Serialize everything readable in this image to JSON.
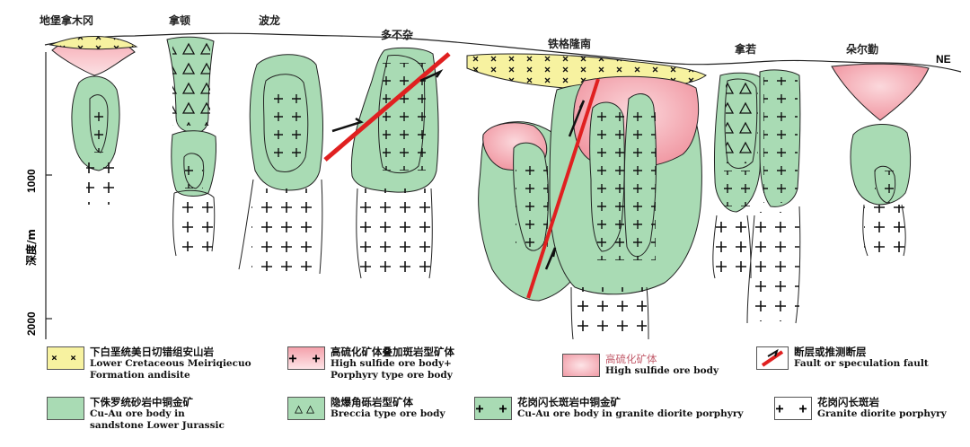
{
  "sites": [
    "地堡拿木冈",
    "拿顿",
    "波龙",
    "多不杂",
    "铁格隆南",
    "拿若",
    "朵尔勤"
  ],
  "orientation": "NE",
  "y_axis": {
    "label": "深度/m",
    "ticks": [
      "1000",
      "2000"
    ]
  },
  "colors": {
    "andesite": "#f7f2a0",
    "green_body": "#a9dbb4",
    "high_sulfide": "#f2a3ac",
    "fault": "#e02020",
    "outline": "#222222"
  },
  "legend": [
    {
      "icon": "x-cross-icon",
      "cn": "下白垩统美日切错组安山岩",
      "en1": "Lower Cretaceous Meiriqiecuo",
      "en2": "Formation andisite"
    },
    {
      "icon": "plus-cross-icon",
      "cn": "高硫化矿体叠加斑岩型矿体",
      "en1": "High sulfide ore body+",
      "en2": "Porphyry type ore body"
    },
    {
      "icon": "",
      "cn": "高硫化矿体",
      "en1": "High sulfide ore body",
      "en2": ""
    },
    {
      "icon": "fault-arrow-icon",
      "cn": "断层或推测断层",
      "en1": "Fault or speculation fault",
      "en2": ""
    },
    {
      "icon": "",
      "cn": "下侏罗统砂岩中铜金矿",
      "en1": "Cu-Au ore body in",
      "en2": "sandstone Lower Jurassic"
    },
    {
      "icon": "triangle-icon",
      "cn": "隐爆角砾岩型矿体",
      "en1": "Breccia type ore body",
      "en2": ""
    },
    {
      "icon": "plus-cross-icon",
      "cn": "花岗闪长斑岩中铜金矿",
      "en1": "Cu-Au ore body in granite diorite porphyry",
      "en2": ""
    },
    {
      "icon": "plus-cross-icon",
      "cn": "花岗闪长斑岩",
      "en1": "Granite diorite porphyry",
      "en2": ""
    }
  ]
}
